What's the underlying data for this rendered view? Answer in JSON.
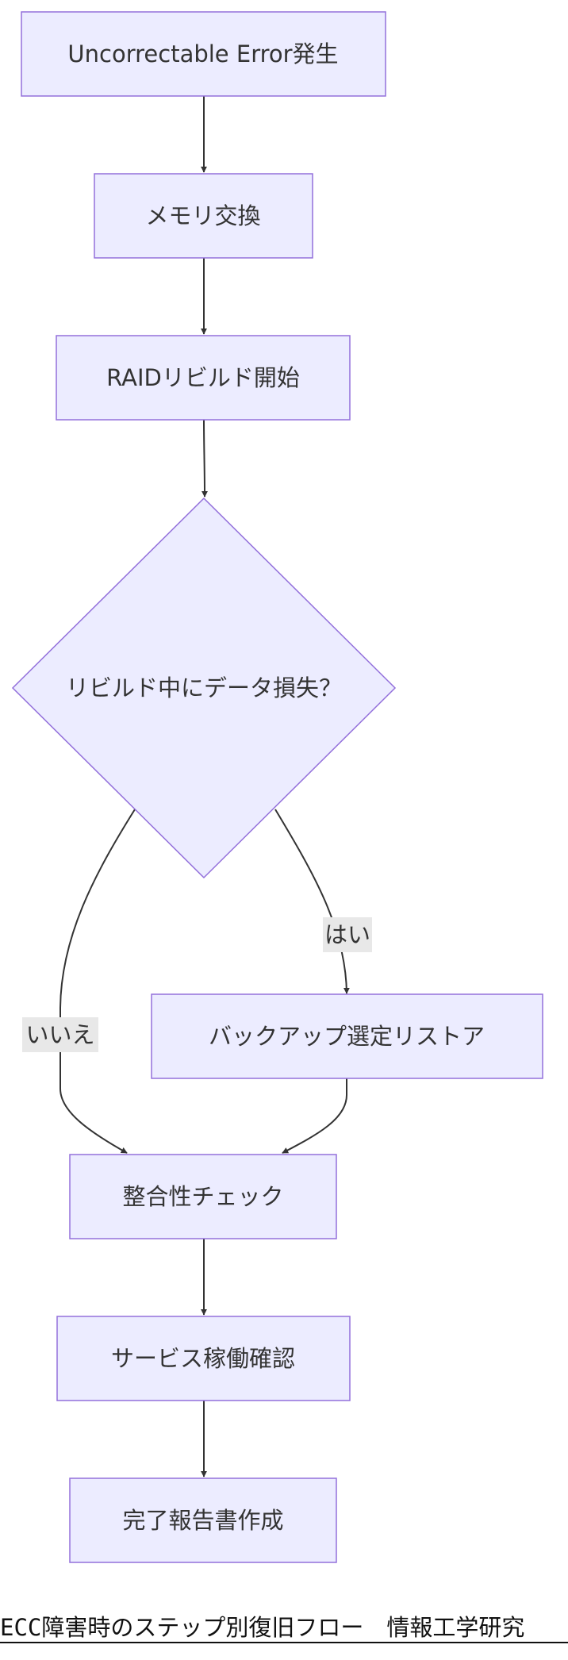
{
  "diagram": {
    "type": "flowchart",
    "nodes": {
      "error": {
        "label": "Uncorrectable Error発生"
      },
      "memory_swap": {
        "label": "メモリ交換"
      },
      "raid_rebuild": {
        "label": "RAIDリビルド開始"
      },
      "data_loss_check": {
        "label": "リビルド中にデータ損失？"
      },
      "backup_restore": {
        "label": "バックアップ選定リストア"
      },
      "integrity_check": {
        "label": "整合性チェック"
      },
      "service_check": {
        "label": "サービス稼働確認"
      },
      "report": {
        "label": "完了報告書作成"
      }
    },
    "edges": {
      "yes": {
        "label": "はい"
      },
      "no": {
        "label": "いいえ"
      }
    },
    "colors": {
      "node_fill": "#ececff",
      "node_border": "#9370db",
      "edge": "#333333",
      "edge_label_bg": "#e8e8e8"
    }
  },
  "caption": "ECC障害時のステップ別復旧フロー　情報工学研究"
}
